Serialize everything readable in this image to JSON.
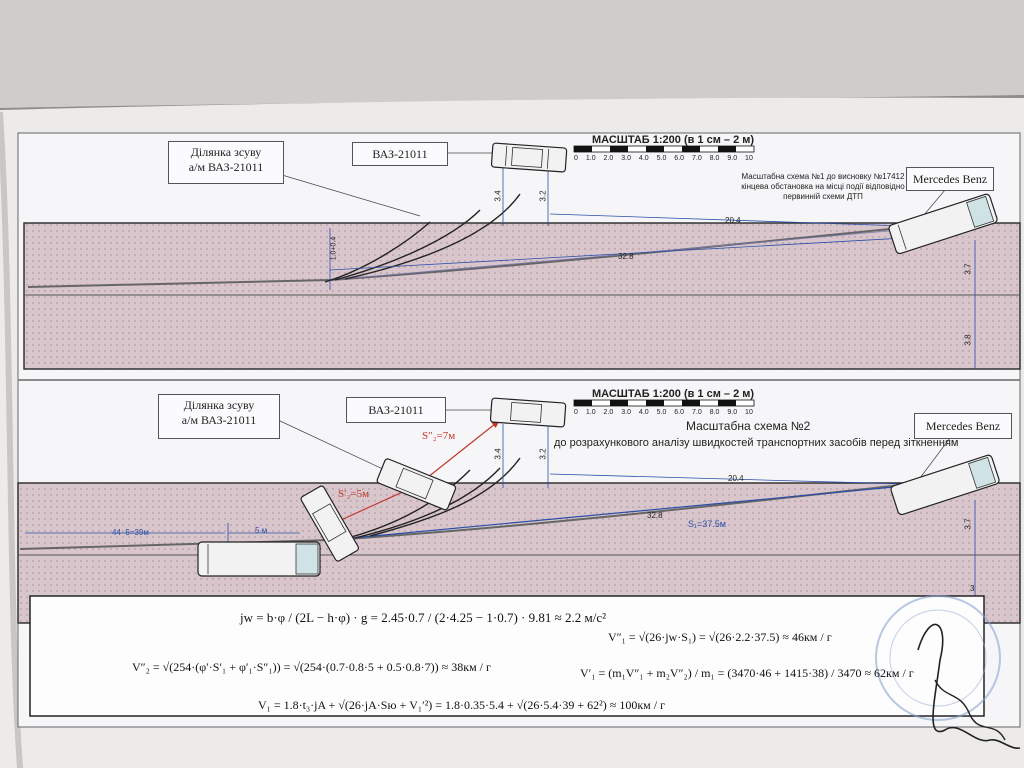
{
  "scheme1": {
    "scale_title": "МАСШТАБ 1:200 (в 1 см – 2 м)",
    "scale_ticks": [
      "0",
      "1.0",
      "2.0",
      "3.0",
      "4.0",
      "5.0",
      "6.0",
      "7.0",
      "8.0",
      "9.0",
      "10"
    ],
    "caption_line1": "Масштабна схема №1 до висновку №17412",
    "caption_line2": "кінцева обстановка на місці події відповідно",
    "caption_line3": "первинній схеми ДТП",
    "skid_label_line1": "Ділянка зсуву",
    "skid_label_line2": "а/м ВАЗ-21011",
    "vaz_label": "ВАЗ-21011",
    "mercedes_label": "Mercedes Benz",
    "dims": {
      "d34": "3.4",
      "d32": "3.2",
      "d204": "20.4",
      "d328": "32.8",
      "d37": "3.7",
      "d38": "3.8",
      "d104": "1.0+0.4"
    }
  },
  "scheme2": {
    "scale_title": "МАСШТАБ 1:200 (в 1 см – 2 м)",
    "scale_ticks": [
      "0",
      "1.0",
      "2.0",
      "3.0",
      "4.0",
      "5.0",
      "6.0",
      "7.0",
      "8.0",
      "9.0",
      "10"
    ],
    "caption_line1": "Масштабна схема №2",
    "caption_line2": "до розрахункового аналізу швидкостей транспортних засобів перед зіткненням",
    "skid_label_line1": "Ділянка зсуву",
    "skid_label_line2": "а/м ВАЗ-21011",
    "vaz_label": "ВАЗ-21011",
    "mercedes_label": "Mercedes Benz",
    "dims": {
      "d34": "3.4",
      "d32": "3.2",
      "d204": "20.4",
      "d328": "32.8",
      "d37": "3.7",
      "d3": "3",
      "s_ab": "44–5=39м",
      "d5": "5 м",
      "s1": "S₁=37.5м",
      "s2pp": "S″₂=7м",
      "s2p": "S′₂=5м"
    }
  },
  "formulas": {
    "f1": "jw = b·φ / (2L − h·φ) · g = 2.45·0.7 / (2·4.25 − 1·0.7) · 9.81 ≈ 2.2 м/с²",
    "f2": "V″₁ = √(26·jw·S₁) = √(26·2.2·37.5) ≈ 46км / г",
    "f3": "V″₂ = √(254·(φ′·S′₁ + φ′₁·S″₁)) = √(254·(0.7·0.8·5 + 0.5·0.8·7)) ≈ 38км / г",
    "f4": "V′₁ = (m₁V″₁ + m₂V″₂) / m₁ = (3470·46 + 1415·38) / 3470 ≈ 62км / г",
    "f5": "V₁ = 1.8·t₃·jA + √(26·jA·Sю + V₁′²) = 1.8·0.35·5.4 + √(26·5.4·39 + 62²) ≈ 100км / г"
  }
}
